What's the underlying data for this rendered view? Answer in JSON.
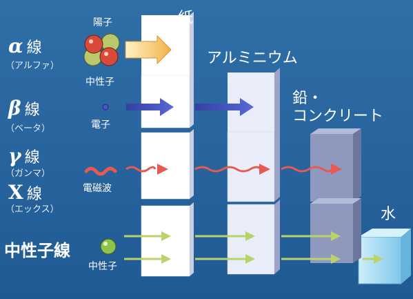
{
  "radiations": [
    {
      "symbol": "α",
      "word": "線",
      "reading": "（アルファ）"
    },
    {
      "symbol": "β",
      "word": "線",
      "reading": "（ベータ）"
    },
    {
      "symbol": "γ",
      "word": "線",
      "reading": "（ガンマ）"
    },
    {
      "symbol": "X",
      "word": "線",
      "reading": "（エックス）"
    },
    {
      "symbol": "",
      "word": "中性子線",
      "reading": ""
    }
  ],
  "particle_labels": {
    "proton": "陽子",
    "neutron_in_alpha": "中性子",
    "electron": "電子",
    "em_wave": "電磁波",
    "neutron": "中性子"
  },
  "barriers": {
    "paper": "紙",
    "aluminum": "アルミニウム",
    "lead_line1": "鉛・",
    "lead_line2": "コンクリート",
    "water": "水"
  },
  "colors": {
    "background": "#2a66a0",
    "alpha_arrow": "#f2b34a",
    "beta_arrow": "#3c4bb0",
    "gamma_arrow": "#e85a4f",
    "neutron_arrow": "#b9d36a",
    "paper": "#ffffff",
    "aluminum": "#e7ecf8",
    "lead": "#8a95b8",
    "water": "#a9dcf2"
  }
}
